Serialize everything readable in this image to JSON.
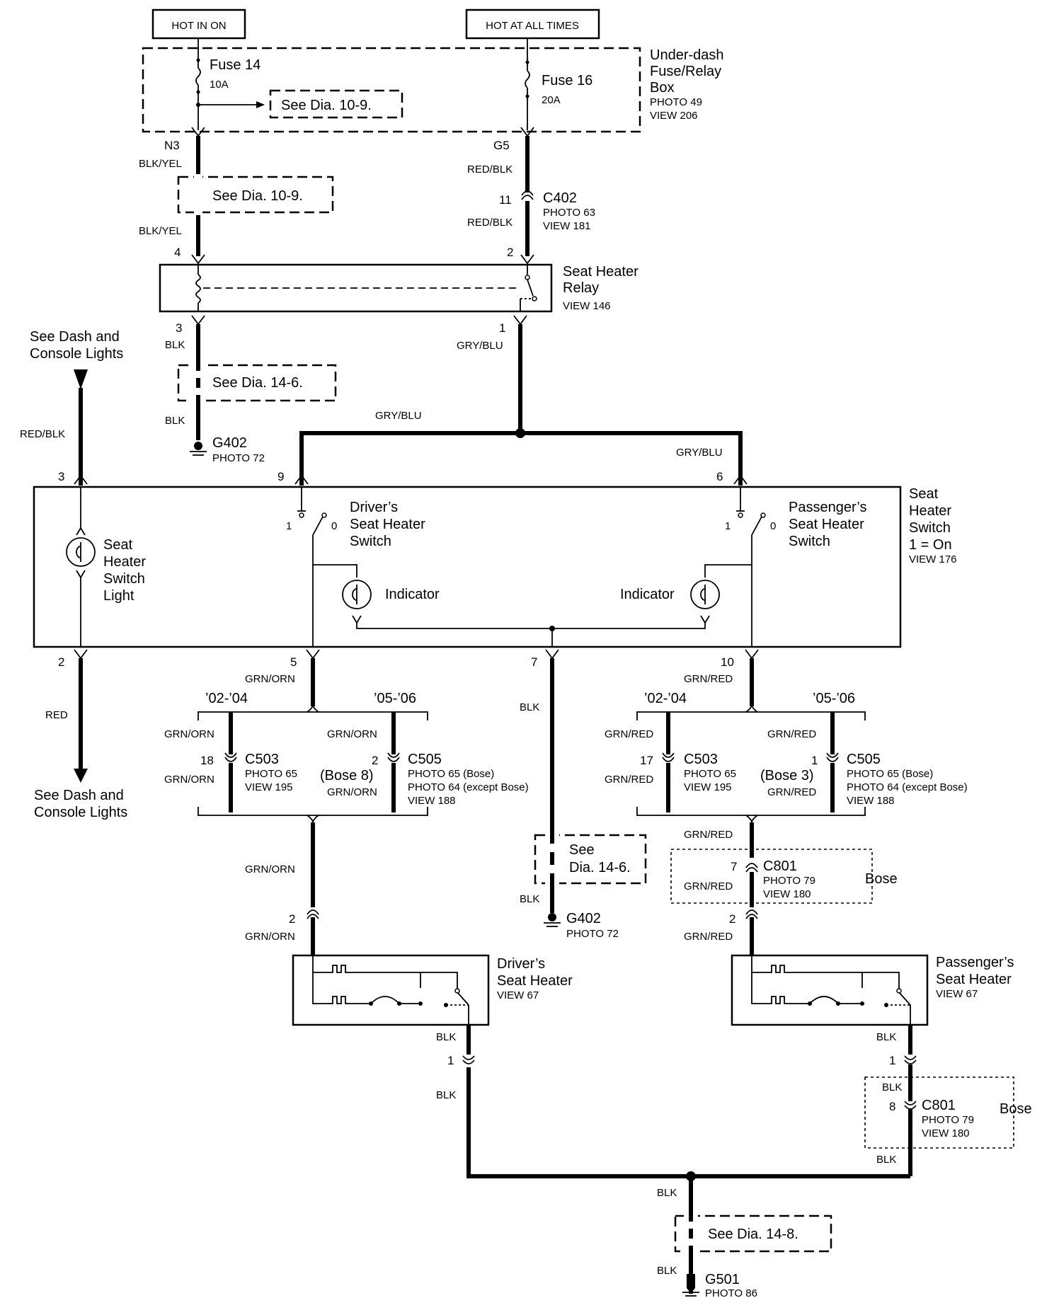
{
  "sources": {
    "hot_in_on": "HOT IN ON",
    "hot_at_all_times": "HOT AT ALL TIMES"
  },
  "fuse_box": {
    "title_1": "Under-dash",
    "title_2": "Fuse/Relay",
    "title_3": "Box",
    "photo": "PHOTO 49",
    "view": "VIEW 206",
    "fuse14_name": "Fuse 14",
    "fuse14_rating": "10A",
    "fuse16_name": "Fuse 16",
    "fuse16_rating": "20A",
    "ref": "See Dia. 10-9.",
    "term_n3": "N3",
    "term_g5": "G5"
  },
  "wires": {
    "blk_yel": "BLK/YEL",
    "red_blk": "RED/BLK",
    "blk": "BLK",
    "gry_blu": "GRY/BLU",
    "red": "RED",
    "grn_orn": "GRN/ORN",
    "grn_red": "GRN/RED"
  },
  "refs": {
    "dia_10_9": "See Dia. 10-9.",
    "dia_14_6": "See Dia. 14-6.",
    "dia_14_8": "See Dia. 14-8.",
    "see": "See",
    "dia_14_6b": "Dia.  14-6."
  },
  "c402": {
    "pin": "11",
    "name": "C402",
    "photo": "PHOTO 63",
    "view": "VIEW 181"
  },
  "relay": {
    "name_1": "Seat Heater",
    "name_2": "Relay",
    "view": "VIEW 146",
    "pin4": "4",
    "pin2": "2",
    "pin3": "3",
    "pin1": "1"
  },
  "g402": {
    "name": "G402",
    "photo": "PHOTO 72"
  },
  "dash_lights": {
    "line_1": "See Dash and",
    "line_2": "Console Lights"
  },
  "switch_unit": {
    "name_1": "Seat",
    "name_2": "Heater",
    "name_3": "Switch",
    "name_4": "1 =  On",
    "view": "VIEW 176",
    "pin3": "3",
    "pin9": "9",
    "pin6": "6",
    "pin2": "2",
    "pin5": "5",
    "pin7": "7",
    "pin10": "10",
    "light_1": "Seat",
    "light_2": "Heater",
    "light_3": "Switch",
    "light_4": "Light",
    "drv_1": "Driver’s",
    "drv_2": "Seat Heater",
    "drv_3": "Switch",
    "pas_1": "Passenger’s",
    "pas_2": "Seat Heater",
    "pas_3": "Switch",
    "indicator": "Indicator",
    "pos_1": "1",
    "pos_0": "0"
  },
  "years": {
    "early": "’02-’04",
    "late": "’05-’06"
  },
  "c503_drv": {
    "pin": "18",
    "name": "C503",
    "photo": "PHOTO 65",
    "view": "VIEW 195"
  },
  "c505_drv": {
    "pin": "2",
    "bose": "(Bose 8)",
    "name": "C505",
    "photo_1": "PHOTO 65 (Bose)",
    "photo_2": "PHOTO 64 (except Bose)",
    "view": "VIEW 188"
  },
  "c503_pas": {
    "pin": "17",
    "name": "C503",
    "photo": "PHOTO 65",
    "view": "VIEW 195"
  },
  "c505_pas": {
    "pin": "1",
    "bose": "(Bose 3)",
    "name": "C505",
    "photo_1": "PHOTO 65 (Bose)",
    "photo_2": "PHOTO 64 (except Bose)",
    "view": "VIEW 188"
  },
  "c801_top": {
    "pin": "7",
    "name": "C801",
    "photo": "PHOTO 79",
    "view": "VIEW 180",
    "bose": "Bose"
  },
  "c801_bot": {
    "pin": "8",
    "name": "C801",
    "photo": "PHOTO 79",
    "view": "VIEW 180",
    "bose": "Bose"
  },
  "drv_heater": {
    "pin_top": "2",
    "name_1": "Driver’s",
    "name_2": "Seat Heater",
    "view": "VIEW 67",
    "pin_bot": "1"
  },
  "pas_heater": {
    "pin_top": "2",
    "name_1": "Passenger’s",
    "name_2": "Seat Heater",
    "view": "VIEW 67",
    "pin_bot": "1"
  },
  "g501": {
    "name": "G501",
    "photo": "PHOTO 86"
  }
}
